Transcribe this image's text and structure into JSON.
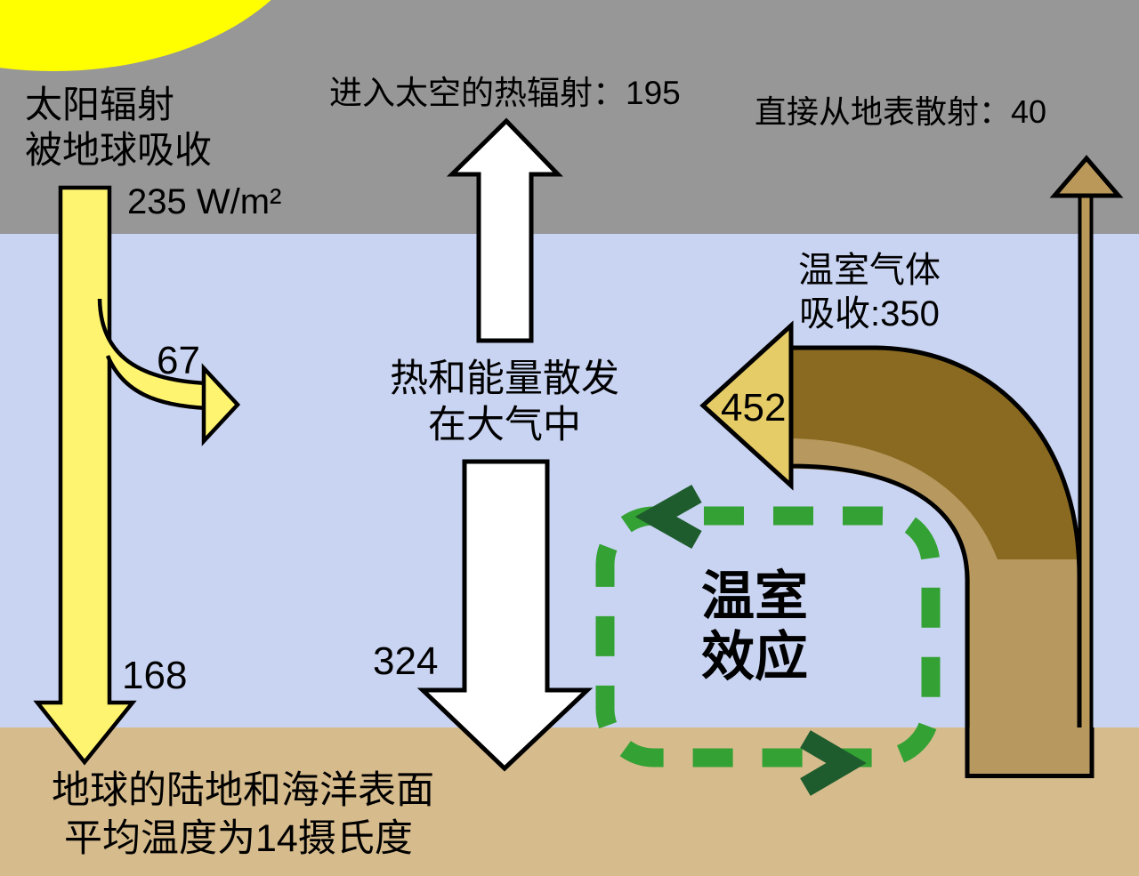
{
  "diagram": {
    "sun_label": {
      "line1": "太阳辐射",
      "line2": "被地球吸收"
    },
    "solar_flux": "235 W/m²",
    "space_radiation": "进入太空的热辐射：195",
    "direct_surface": "直接从地表散射：40",
    "ghg_absorb": {
      "line1": "温室气体",
      "line2": "吸收:350"
    },
    "atmosphere_heat": {
      "line1": "热和能量散发",
      "line2": "在大气中"
    },
    "values": {
      "branch_to_atmosphere": "67",
      "back_radiation": "452",
      "absorbed_by_surface": "168",
      "downward_radiation": "324"
    },
    "greenhouse": {
      "line1": "温室",
      "line2": "效应"
    },
    "surface_label": {
      "line1": "地球的陆地和海洋表面",
      "line2": "平均温度为14摄氏度"
    }
  },
  "palette": {
    "sky_space": "#979797",
    "atmosphere": "#C9D4F2",
    "ground": "#D6BB8D",
    "sun": "#FFFF00",
    "solar_arrow": "#FFF470",
    "absorb_arrowhead": "#E6CC66",
    "ghg_band_dark": "#8A6A20",
    "ghg_band_light": "#B79960",
    "surface_arrow": "#BA985A",
    "white_arrow": "#FFFFFF",
    "dash_green": "#33A133",
    "chevron_green": "#1E5C2D",
    "outline": "#000000"
  }
}
